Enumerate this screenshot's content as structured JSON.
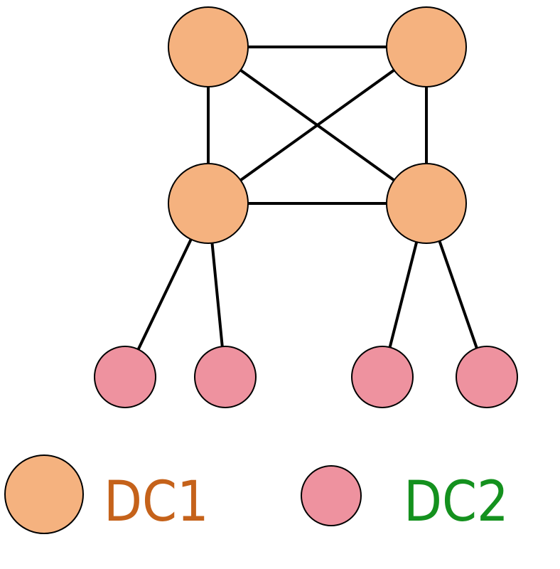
{
  "nodes": [
    {
      "id": "dc1-top-left",
      "type": "DC1"
    },
    {
      "id": "dc1-top-right",
      "type": "DC1"
    },
    {
      "id": "dc1-mid-left",
      "type": "DC1"
    },
    {
      "id": "dc1-mid-right",
      "type": "DC1"
    },
    {
      "id": "dc2-bottom-1",
      "type": "DC2"
    },
    {
      "id": "dc2-bottom-2",
      "type": "DC2"
    },
    {
      "id": "dc2-bottom-3",
      "type": "DC2"
    },
    {
      "id": "dc2-bottom-4",
      "type": "DC2"
    }
  ],
  "edges": [
    {
      "from": "dc1-top-left",
      "to": "dc1-top-right"
    },
    {
      "from": "dc1-top-left",
      "to": "dc1-mid-left"
    },
    {
      "from": "dc1-top-left",
      "to": "dc1-mid-right"
    },
    {
      "from": "dc1-top-right",
      "to": "dc1-mid-left"
    },
    {
      "from": "dc1-top-right",
      "to": "dc1-mid-right"
    },
    {
      "from": "dc1-mid-left",
      "to": "dc1-mid-right"
    },
    {
      "from": "dc1-mid-left",
      "to": "dc2-bottom-1"
    },
    {
      "from": "dc1-mid-left",
      "to": "dc2-bottom-2"
    },
    {
      "from": "dc1-mid-right",
      "to": "dc2-bottom-3"
    },
    {
      "from": "dc1-mid-right",
      "to": "dc2-bottom-4"
    }
  ],
  "legend": {
    "dc1_label": "DC1",
    "dc2_label": "DC2"
  },
  "colors": {
    "dc1_fill": "#F5B27F",
    "dc2_fill": "#EE929F",
    "stroke": "#000000",
    "dc1_label": "#C5621A",
    "dc2_label": "#14911E"
  }
}
